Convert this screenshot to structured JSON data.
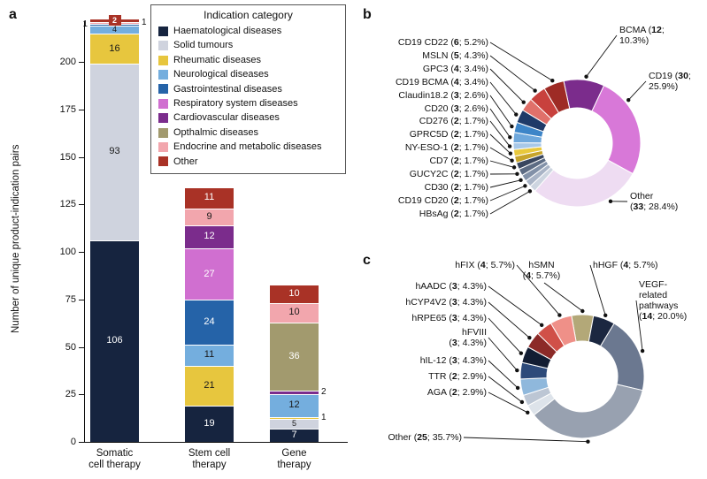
{
  "panels": {
    "a": {
      "letter": "a",
      "ylabel": "Number of unique product-indication pairs",
      "legend_title": "Indication category"
    },
    "b": {
      "letter": "b"
    },
    "c": {
      "letter": "c"
    }
  },
  "chart_data": [
    {
      "type": "bar",
      "panel": "a",
      "ylabel": "Number of unique product-indication pairs",
      "ylim": [
        0,
        225
      ],
      "yticks": [
        0,
        25,
        50,
        75,
        100,
        125,
        150,
        175,
        200
      ],
      "grid": false,
      "legend_title": "Indication category",
      "legend_position": "top-right",
      "categories": [
        {
          "name": "Haematological diseases",
          "color": "#16243f",
          "text": "#ffffff"
        },
        {
          "name": "Solid tumours",
          "color": "#cfd3de",
          "text": "#1a1a1a"
        },
        {
          "name": "Rheumatic diseases",
          "color": "#e7c63e",
          "text": "#1a1a1a"
        },
        {
          "name": "Neurological diseases",
          "color": "#74aede",
          "text": "#1a1a1a"
        },
        {
          "name": "Gastrointestinal diseases",
          "color": "#2563a8",
          "text": "#ffffff"
        },
        {
          "name": "Respiratory system diseases",
          "color": "#d06fd0",
          "text": "#ffffff"
        },
        {
          "name": "Cardiovascular diseases",
          "color": "#7b2c8c",
          "text": "#ffffff"
        },
        {
          "name": "Opthalmic diseases",
          "color": "#a29a6e",
          "text": "#ffffff"
        },
        {
          "name": "Endocrine and metabolic diseases",
          "color": "#f2a6ad",
          "text": "#1a1a1a"
        },
        {
          "name": "Other",
          "color": "#a93226",
          "text": "#ffffff"
        }
      ],
      "groups": [
        {
          "label_lines": [
            "Somatic",
            "cell therapy"
          ],
          "segments": [
            {
              "category": "Haematological diseases",
              "value": 106
            },
            {
              "category": "Solid tumours",
              "value": 93
            },
            {
              "category": "Rheumatic diseases",
              "value": 16
            },
            {
              "category": "Neurological diseases",
              "value": 4
            },
            {
              "category": "Gastrointestinal diseases",
              "value": 1,
              "out": "left"
            },
            {
              "category": "Endocrine and metabolic diseases",
              "value": 1,
              "out": "right"
            },
            {
              "category": "Other",
              "value": 2,
              "badge": true
            }
          ]
        },
        {
          "label_lines": [
            "Stem cell",
            "therapy"
          ],
          "segments": [
            {
              "category": "Haematological diseases",
              "value": 19
            },
            {
              "category": "Rheumatic diseases",
              "value": 21
            },
            {
              "category": "Neurological diseases",
              "value": 11
            },
            {
              "category": "Gastrointestinal diseases",
              "value": 24
            },
            {
              "category": "Respiratory system diseases",
              "value": 27
            },
            {
              "category": "Cardiovascular diseases",
              "value": 12
            },
            {
              "category": "Endocrine and metabolic diseases",
              "value": 9
            },
            {
              "category": "Other",
              "value": 11
            }
          ]
        },
        {
          "label_lines": [
            "Gene",
            "therapy"
          ],
          "segments": [
            {
              "category": "Haematological diseases",
              "value": 7
            },
            {
              "category": "Solid tumours",
              "value": 5
            },
            {
              "category": "Rheumatic diseases",
              "value": 1,
              "out": "right"
            },
            {
              "category": "Neurological diseases",
              "value": 12
            },
            {
              "category": "Cardiovascular diseases",
              "value": 2,
              "out": "right"
            },
            {
              "category": "Opthalmic diseases",
              "value": 36
            },
            {
              "category": "Endocrine and metabolic diseases",
              "value": 10
            },
            {
              "category": "Other",
              "value": 10
            }
          ]
        }
      ]
    },
    {
      "type": "pie",
      "panel": "b",
      "donut": true,
      "cx": 252,
      "cy": 162,
      "r_inner": 40,
      "r_outer": 72,
      "start_angle": -12,
      "segments": [
        {
          "name": "BCMA",
          "count": 12,
          "pct": 10.3,
          "color": "#7b2c8c"
        },
        {
          "name": "CD19",
          "count": 30,
          "pct": 25.9,
          "color": "#d878d8"
        },
        {
          "name": "Other",
          "count": 33,
          "pct": 28.4,
          "color": "#eedcf2"
        },
        {
          "name": "HBsAg",
          "count": 2,
          "pct": 1.7,
          "color": "#cdd5e0"
        },
        {
          "name": "CD19 CD20",
          "count": 2,
          "pct": 1.7,
          "color": "#a9b4c6"
        },
        {
          "name": "CD30",
          "count": 2,
          "pct": 1.7,
          "color": "#8291a8"
        },
        {
          "name": "GUCY2C",
          "count": 2,
          "pct": 1.7,
          "color": "#5d6c84"
        },
        {
          "name": "CD7",
          "count": 2,
          "pct": 1.7,
          "color": "#39465f"
        },
        {
          "name": "NY-ESO-1",
          "count": 2,
          "pct": 1.7,
          "color": "#c7a42b"
        },
        {
          "name": "GPRC5D",
          "count": 2,
          "pct": 1.7,
          "color": "#e8c83c"
        },
        {
          "name": "CD276",
          "count": 2,
          "pct": 1.7,
          "color": "#a8c8e8"
        },
        {
          "name": "CD20",
          "count": 3,
          "pct": 2.6,
          "color": "#6fa8dc"
        },
        {
          "name": "Claudin18.2",
          "count": 3,
          "pct": 2.6,
          "color": "#3d85c8"
        },
        {
          "name": "CD19 BCMA",
          "count": 4,
          "pct": 3.4,
          "color": "#1f3a68"
        },
        {
          "name": "GPC3",
          "count": 4,
          "pct": 3.4,
          "color": "#e0706a"
        },
        {
          "name": "MSLN",
          "count": 5,
          "pct": 4.3,
          "color": "#c8413d"
        },
        {
          "name": "CD19 CD22",
          "count": 6,
          "pct": 5.2,
          "color": "#9e2b25"
        }
      ],
      "labels": [
        {
          "seg": "CD19 CD22",
          "lines": [
            "CD19 CD22 (**6**; 5.2%)"
          ],
          "align": "right",
          "x": 152,
          "y": 48
        },
        {
          "seg": "MSLN",
          "lines": [
            "MSLN (**5**; 4.3%)"
          ],
          "align": "right",
          "x": 152,
          "y": 63
        },
        {
          "seg": "GPC3",
          "lines": [
            "GPC3 (**4**; 3.4%)"
          ],
          "align": "right",
          "x": 152,
          "y": 78
        },
        {
          "seg": "CD19 BCMA",
          "lines": [
            "CD19 BCMA (**4**; 3.4%)"
          ],
          "align": "right",
          "x": 152,
          "y": 93
        },
        {
          "seg": "Claudin18.2",
          "lines": [
            "Claudin18.2 (**3**; 2.6%)"
          ],
          "align": "right",
          "x": 152,
          "y": 108
        },
        {
          "seg": "CD20",
          "lines": [
            "CD20 (**3**; 2.6%)"
          ],
          "align": "right",
          "x": 152,
          "y": 123
        },
        {
          "seg": "CD276",
          "lines": [
            "CD276 (**2**; 1.7%)"
          ],
          "align": "right",
          "x": 152,
          "y": 137
        },
        {
          "seg": "GPRC5D",
          "lines": [
            "GPRC5D (**2**; 1.7%)"
          ],
          "align": "right",
          "x": 152,
          "y": 152
        },
        {
          "seg": "NY-ESO-1",
          "lines": [
            "NY-ESO-1 (**2**; 1.7%)"
          ],
          "align": "right",
          "x": 152,
          "y": 167
        },
        {
          "seg": "CD7",
          "lines": [
            "CD7 (**2**; 1.7%)"
          ],
          "align": "right",
          "x": 152,
          "y": 182
        },
        {
          "seg": "GUCY2C",
          "lines": [
            "GUCY2C (**2**; 1.7%)"
          ],
          "align": "right",
          "x": 152,
          "y": 197
        },
        {
          "seg": "CD30",
          "lines": [
            "CD30 (**2**; 1.7%)"
          ],
          "align": "right",
          "x": 152,
          "y": 212
        },
        {
          "seg": "CD19 CD20",
          "lines": [
            "CD19 CD20 (**2**; 1.7%)"
          ],
          "align": "right",
          "x": 152,
          "y": 227
        },
        {
          "seg": "HBsAg",
          "lines": [
            "HBsAg (**2**; 1.7%)"
          ],
          "align": "right",
          "x": 152,
          "y": 242
        },
        {
          "seg": "BCMA",
          "lines": [
            "BCMA (**12**;",
            "10.3%)"
          ],
          "align": "left",
          "x": 300,
          "y": 40,
          "dot_angle": 8
        },
        {
          "seg": "CD19",
          "lines": [
            "CD19 (**30**;",
            "25.9%)"
          ],
          "align": "left",
          "x": 333,
          "y": 92,
          "dot_angle": 50
        },
        {
          "seg": "Other",
          "lines": [
            "Other",
            "(**33**; 28.4%)"
          ],
          "align": "left",
          "x": 312,
          "y": 228,
          "dot_angle": 150
        }
      ]
    },
    {
      "type": "pie",
      "panel": "c",
      "donut": true,
      "cx": 258,
      "cy": 148,
      "r_inner": 40,
      "r_outer": 70,
      "start_angle": -10,
      "segments": [
        {
          "name": "hSMN",
          "count": 4,
          "pct": 5.7,
          "color": "#b3a878"
        },
        {
          "name": "hHGF",
          "count": 4,
          "pct": 5.7,
          "color": "#1b2740"
        },
        {
          "name": "VEGF-related pathways",
          "count": 14,
          "pct": 20.0,
          "color": "#6b7890"
        },
        {
          "name": "Other",
          "count": 25,
          "pct": 35.7,
          "color": "#98a1b0"
        },
        {
          "name": "AGA",
          "count": 2,
          "pct": 2.9,
          "color": "#dde3ea"
        },
        {
          "name": "TTR",
          "count": 2,
          "pct": 2.9,
          "color": "#bcc6d4"
        },
        {
          "name": "hIL-12",
          "count": 3,
          "pct": 4.3,
          "color": "#8fb8dc"
        },
        {
          "name": "hFVIII",
          "count": 3,
          "pct": 4.3,
          "color": "#2d4a7a"
        },
        {
          "name": "hRPE65",
          "count": 3,
          "pct": 4.3,
          "color": "#121d33"
        },
        {
          "name": "hCYP4V2",
          "count": 3,
          "pct": 4.3,
          "color": "#8c2a28"
        },
        {
          "name": "hAADC",
          "count": 3,
          "pct": 4.3,
          "color": "#d05048"
        },
        {
          "name": "hFIX",
          "count": 4,
          "pct": 5.7,
          "color": "#ef9088"
        }
      ],
      "labels": [
        {
          "seg": "hFIX",
          "lines": [
            "hFIX (**4**; 5.7%)"
          ],
          "align": "right",
          "x": 182,
          "y": 22
        },
        {
          "seg": "hSMN",
          "lines": [
            "hSMN",
            "(**4**; 5.7%)"
          ],
          "align": "center",
          "x": 212,
          "y": 28,
          "lx": 215,
          "ly": 42
        },
        {
          "seg": "hHGF",
          "lines": [
            "hHGF (**4**; 5.7%)"
          ],
          "align": "left",
          "x": 270,
          "y": 22
        },
        {
          "seg": "hAADC",
          "lines": [
            "hAADC (**3**; 4.3%)"
          ],
          "align": "right",
          "x": 150,
          "y": 46
        },
        {
          "seg": "hCYP4V2",
          "lines": [
            "hCYP4V2 (**3**; 4.3%)"
          ],
          "align": "right",
          "x": 150,
          "y": 64
        },
        {
          "seg": "hRPE65",
          "lines": [
            "hRPE65 (**3**; 4.3%)"
          ],
          "align": "right",
          "x": 150,
          "y": 82
        },
        {
          "seg": "hFVIII",
          "lines": [
            "hFVIII",
            "(**3**; 4.3%)"
          ],
          "align": "right",
          "x": 150,
          "y": 104
        },
        {
          "seg": "hIL-12",
          "lines": [
            "hIL-12 (**3**; 4.3%)"
          ],
          "align": "right",
          "x": 150,
          "y": 130
        },
        {
          "seg": "TTR",
          "lines": [
            "TTR (**2**; 2.9%)"
          ],
          "align": "right",
          "x": 150,
          "y": 148
        },
        {
          "seg": "AGA",
          "lines": [
            "AGA (**2**; 2.9%)"
          ],
          "align": "right",
          "x": 150,
          "y": 166
        },
        {
          "seg": "Other",
          "lines": [
            "Other (**25**; 35.7%)"
          ],
          "align": "right",
          "x": 122,
          "y": 217,
          "dot_angle": 175
        },
        {
          "seg": "VEGF-related pathways",
          "lines": [
            "VEGF-",
            "related",
            "pathways",
            "(**14**; 20.0%)"
          ],
          "align": "left",
          "x": 322,
          "y": 62
        }
      ]
    }
  ]
}
